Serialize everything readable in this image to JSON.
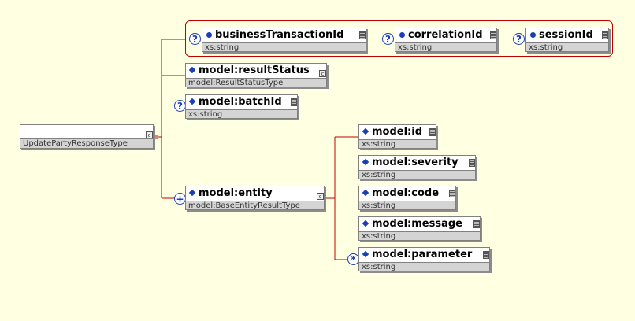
{
  "colors": {
    "background": "#ffffe1",
    "connector": "#c00000",
    "accent": "#1a3db8"
  },
  "root": {
    "type_label": "UpdatePartyResponseType"
  },
  "sequence_group": [
    {
      "name": "businessTransactionId",
      "type": "xs:string",
      "optional": true
    },
    {
      "name": "correlationId",
      "type": "xs:string",
      "optional": true
    },
    {
      "name": "sessionId",
      "type": "xs:string",
      "optional": true
    }
  ],
  "children": [
    {
      "name": "model:resultStatus",
      "type": "model:ResultStatusType"
    },
    {
      "name": "model:batchId",
      "type": "xs:string",
      "optional": true
    },
    {
      "name": "model:entity",
      "type": "model:BaseEntityResultType",
      "cardinality": "1..*"
    }
  ],
  "entity_children": [
    {
      "name": "model:id",
      "type": "xs:string"
    },
    {
      "name": "model:severity",
      "type": "xs:string"
    },
    {
      "name": "model:code",
      "type": "xs:string"
    },
    {
      "name": "model:message",
      "type": "xs:string"
    },
    {
      "name": "model:parameter",
      "type": "xs:string",
      "cardinality": "0..*"
    }
  ],
  "icons": {
    "optional": "question-mark-icon",
    "one_or_more": "plus-icon",
    "zero_or_more": "asterisk-icon",
    "complex_type": "c-badge-icon",
    "attributes": "grip-icon"
  },
  "badges": {
    "optional": "?",
    "one_or_more": "+",
    "zero_or_more": "*",
    "complex": "c"
  }
}
